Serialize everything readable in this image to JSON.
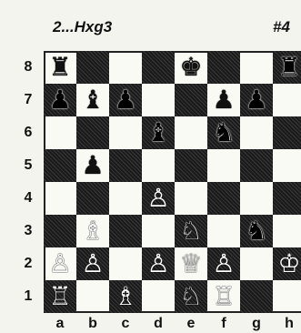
{
  "header": {
    "move": "2...Hxg3",
    "puzzle_number": "#4"
  },
  "ranks": [
    "8",
    "7",
    "6",
    "5",
    "4",
    "3",
    "2",
    "1"
  ],
  "files": [
    "a",
    "b",
    "c",
    "d",
    "e",
    "f",
    "g",
    "h"
  ],
  "pieces": [
    {
      "square": "a8",
      "color": "black",
      "type": "rook",
      "glyph": "♜"
    },
    {
      "square": "e8",
      "color": "black",
      "type": "king",
      "glyph": "♚"
    },
    {
      "square": "h8",
      "color": "black",
      "type": "rook",
      "glyph": "♜"
    },
    {
      "square": "a7",
      "color": "black",
      "type": "pawn",
      "glyph": "♟"
    },
    {
      "square": "b7",
      "color": "black",
      "type": "bishop",
      "glyph": "♝"
    },
    {
      "square": "c7",
      "color": "black",
      "type": "pawn",
      "glyph": "♟"
    },
    {
      "square": "f7",
      "color": "black",
      "type": "pawn",
      "glyph": "♟"
    },
    {
      "square": "g7",
      "color": "black",
      "type": "pawn",
      "glyph": "♟"
    },
    {
      "square": "d6",
      "color": "black",
      "type": "bishop",
      "glyph": "♝"
    },
    {
      "square": "f6",
      "color": "black",
      "type": "knight",
      "glyph": "♞"
    },
    {
      "square": "b5",
      "color": "black",
      "type": "pawn",
      "glyph": "♟"
    },
    {
      "square": "d4",
      "color": "white",
      "type": "pawn",
      "glyph": "♙"
    },
    {
      "square": "b3",
      "color": "white",
      "type": "bishop",
      "glyph": "♗"
    },
    {
      "square": "e3",
      "color": "white",
      "type": "knight",
      "glyph": "♘"
    },
    {
      "square": "g3",
      "color": "black",
      "type": "knight",
      "glyph": "♞"
    },
    {
      "square": "a2",
      "color": "white",
      "type": "pawn",
      "glyph": "♙"
    },
    {
      "square": "b2",
      "color": "white",
      "type": "pawn",
      "glyph": "♙"
    },
    {
      "square": "d2",
      "color": "white",
      "type": "pawn",
      "glyph": "♙"
    },
    {
      "square": "e2",
      "color": "white",
      "type": "queen",
      "glyph": "♕"
    },
    {
      "square": "f2",
      "color": "white",
      "type": "pawn",
      "glyph": "♙"
    },
    {
      "square": "h2",
      "color": "white",
      "type": "king",
      "glyph": "♔"
    },
    {
      "square": "a1",
      "color": "white",
      "type": "rook",
      "glyph": "♖"
    },
    {
      "square": "c1",
      "color": "white",
      "type": "bishop",
      "glyph": "♗"
    },
    {
      "square": "e1",
      "color": "white",
      "type": "knight",
      "glyph": "♘"
    },
    {
      "square": "f1",
      "color": "white",
      "type": "rook",
      "glyph": "♖"
    }
  ]
}
